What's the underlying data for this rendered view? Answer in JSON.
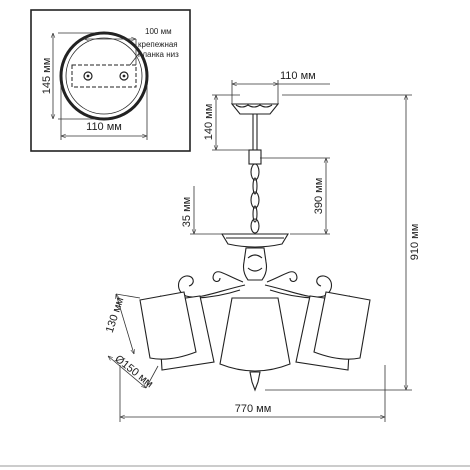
{
  "inset": {
    "width_label": "110 мм",
    "height_label": "145 мм",
    "bar_size_label": "100 мм",
    "bar_note_line1": "крепежная",
    "bar_note_line2": "планка низ"
  },
  "dimensions": {
    "canopy_width": "110 мм",
    "canopy_drop": "140 мм",
    "chain": "390 мм",
    "cup": "35 мм",
    "total_height": "910 мм",
    "total_width": "770 мм",
    "shade_height": "130 мм",
    "shade_diameter": "Ø150 мм"
  },
  "colors": {
    "ink": "#222222",
    "paper": "#ffffff"
  }
}
